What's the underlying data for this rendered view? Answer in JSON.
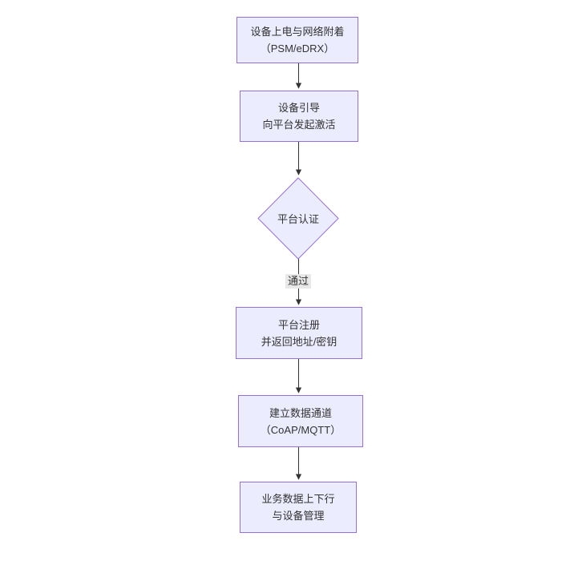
{
  "page": {
    "background": "#ffffff"
  },
  "diagram": {
    "type": "flowchart",
    "direction": "top-down",
    "colors": {
      "node_fill": "#ECECFF",
      "node_border": "#9370DB",
      "text": "#333333",
      "edge_line": "#333333",
      "edge_label_bg": "#e8e8e8"
    },
    "nodes": [
      {
        "id": "power-attach",
        "shape": "rect",
        "line1": "设备上电与网络附着",
        "line2": "（PSM/eDRX）"
      },
      {
        "id": "bootstrap",
        "shape": "rect",
        "line1": "设备引导",
        "line2": "向平台发起激活"
      },
      {
        "id": "platform-auth",
        "shape": "diamond",
        "line1": "平台认证",
        "line2": ""
      },
      {
        "id": "register",
        "shape": "rect",
        "line1": "平台注册",
        "line2": "并返回地址/密钥"
      },
      {
        "id": "data-channel",
        "shape": "rect",
        "line1": "建立数据通道",
        "line2": "（CoAP/MQTT）"
      },
      {
        "id": "business",
        "shape": "rect",
        "line1": "业务数据上下行",
        "line2": "与设备管理"
      }
    ],
    "edges": [
      {
        "from": "power-attach",
        "to": "bootstrap",
        "label": ""
      },
      {
        "from": "bootstrap",
        "to": "platform-auth",
        "label": ""
      },
      {
        "from": "platform-auth",
        "to": "register",
        "label": "通过"
      },
      {
        "from": "register",
        "to": "data-channel",
        "label": ""
      },
      {
        "from": "data-channel",
        "to": "business",
        "label": ""
      }
    ]
  }
}
